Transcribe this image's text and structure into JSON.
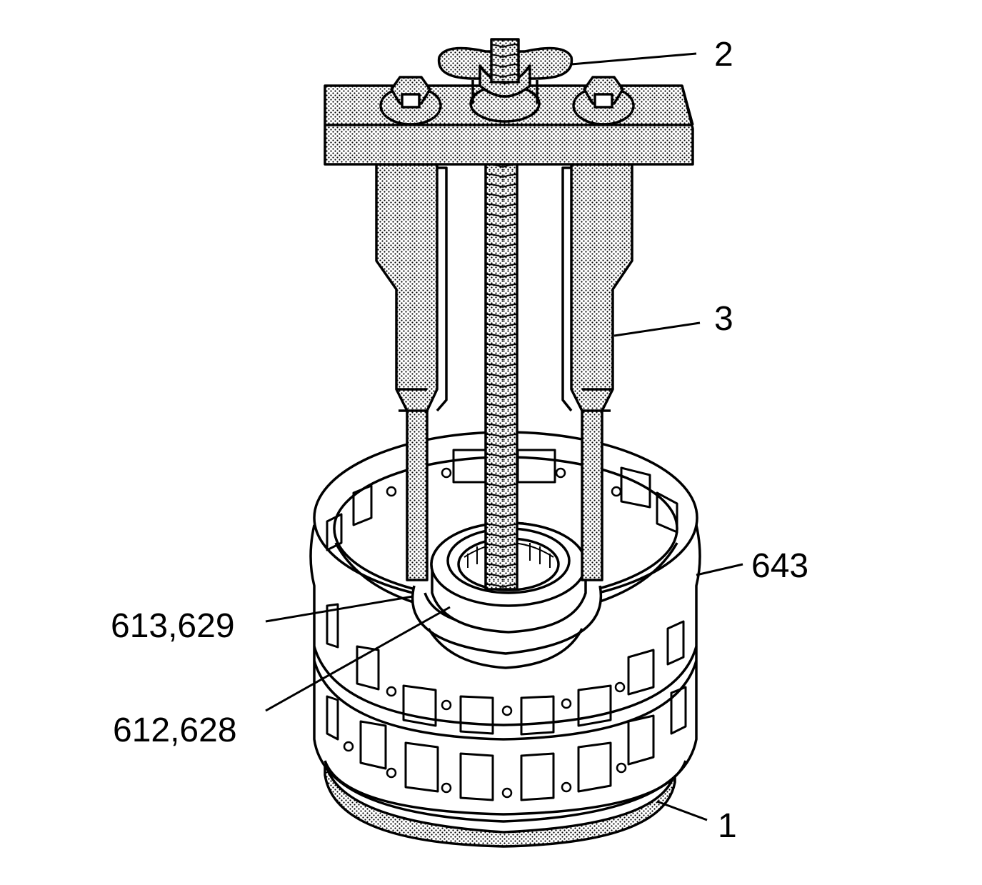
{
  "colors": {
    "ink": "#000000",
    "paper": "#ffffff",
    "hatch": "#c8c8c8"
  },
  "callouts": {
    "c2": "2",
    "c3": "3",
    "c643": "643",
    "c613": "613,629",
    "c612": "612,628",
    "c1": "1"
  }
}
